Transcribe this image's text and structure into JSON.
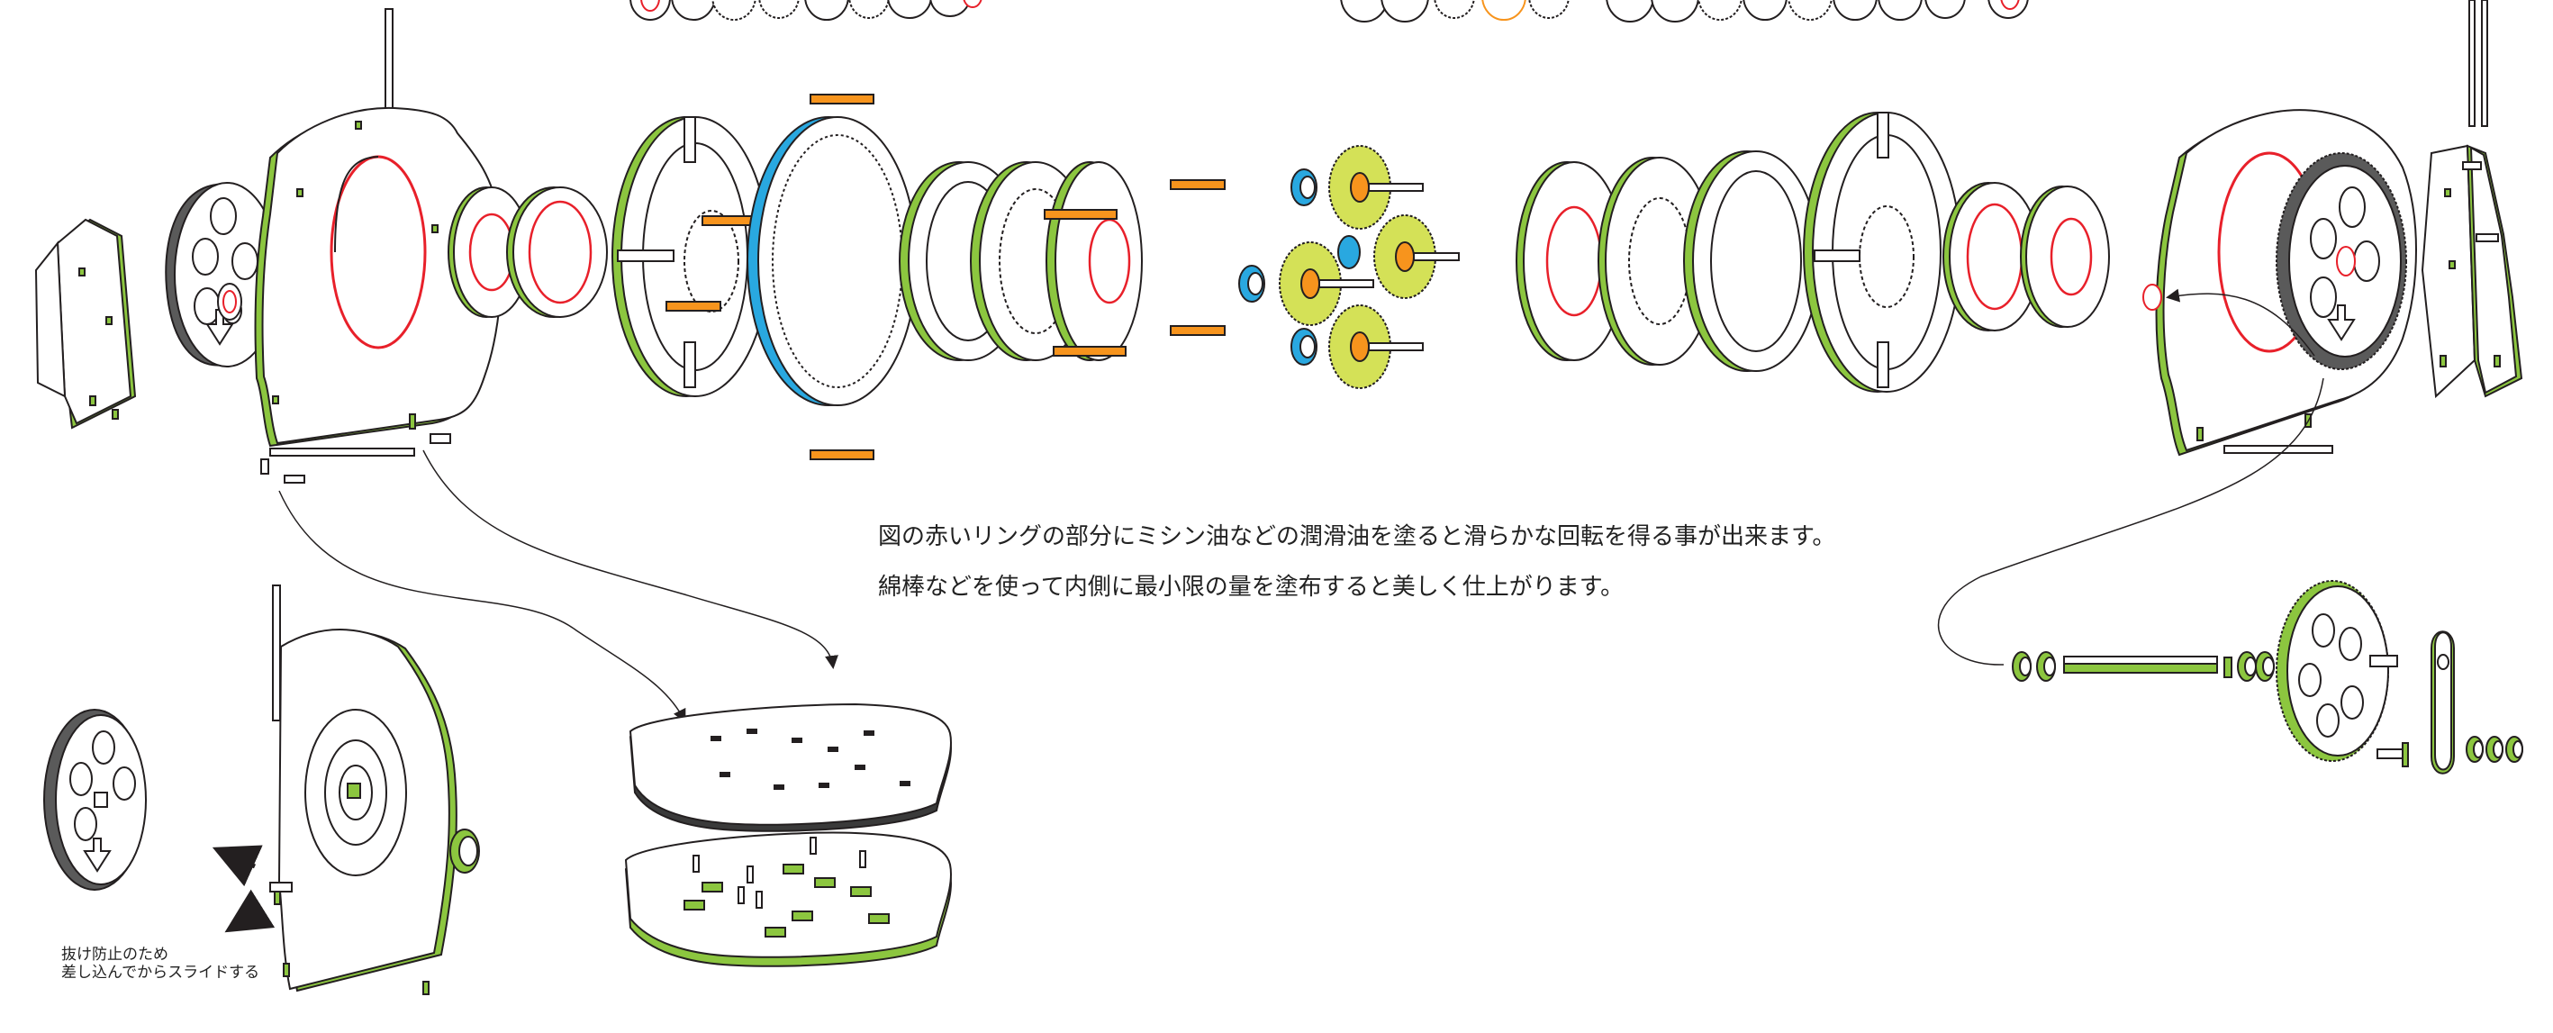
{
  "notes": {
    "lubrication": [
      "図の赤いリングの部分にミシン油などの潤滑油を塗ると滑らかな回転を得る事が出来ます。",
      "綿棒などを使って内側に最小限の量を塗布すると美しく仕上がります。"
    ],
    "lock_hint": [
      "抜け防止のため",
      "差し込んでからスライドする"
    ]
  },
  "colors": {
    "plywood_edge": "#8cc63f",
    "lubrication_ring": "#e8202a",
    "ring_gear": "#29a8e0",
    "spacer": "#f7941d",
    "small_gear": "#d4e157",
    "dark_plate": "#5a5a5a",
    "line": "#231f20"
  },
  "icons": [
    "arrow-icon",
    "down-arrow-icon"
  ]
}
